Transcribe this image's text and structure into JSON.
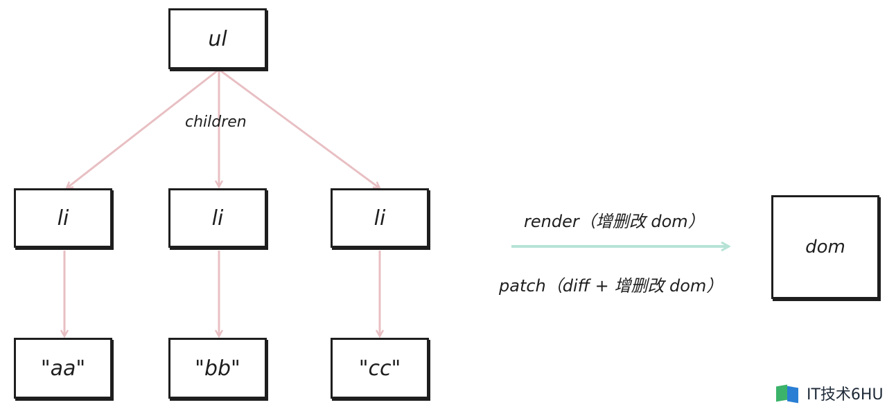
{
  "diagram": {
    "root": {
      "label": "ul"
    },
    "edge_label": "children",
    "children": [
      {
        "label": "li",
        "text": "\"aa\""
      },
      {
        "label": "li",
        "text": "\"bb\""
      },
      {
        "label": "li",
        "text": "\"cc\""
      }
    ],
    "render_label": "render（增删改 dom）",
    "patch_label": "patch（diff + 增删改 dom）",
    "target": {
      "label": "dom"
    }
  },
  "colors": {
    "tree_arrow": "#e8bfc3",
    "flow_arrow": "#b6e3d6",
    "box_border": "#1e1e1e"
  },
  "watermark": {
    "text": "IT技术6HU"
  }
}
